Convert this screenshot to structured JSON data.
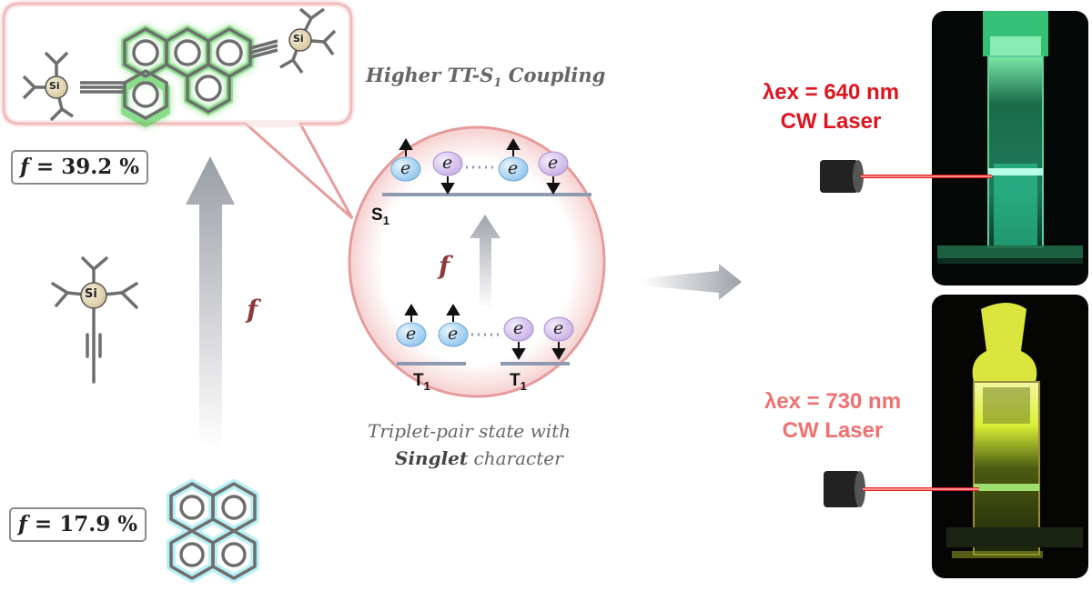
{
  "coupling_label": {
    "text": "Higher TT-S",
    "sub": "1",
    "suffix": " Coupling"
  },
  "f_top": {
    "symbol": "f",
    "value": "= 39.2 %"
  },
  "f_bottom": {
    "symbol": "f",
    "value": "= 17.9 %"
  },
  "f_arrow_label": "f",
  "f_inner_label": "f",
  "si_label": "Si",
  "electron_label": "e",
  "s1_state": {
    "text": "S",
    "sub": "1"
  },
  "t1_left": {
    "text": "T",
    "sub": "1"
  },
  "t1_right": {
    "text": "T",
    "sub": "1"
  },
  "caption": {
    "line1": "Triplet-pair state with",
    "line2_bold": "Singlet",
    "line2_rest": " character"
  },
  "laser_top": {
    "line1": "λex = 640 nm",
    "line2": "CW Laser",
    "color": "#e0141e"
  },
  "laser_bottom": {
    "line1": "λex = 730 nm",
    "line2": "CW Laser",
    "color": "#f07070"
  },
  "colors": {
    "green_glow": "#33dd33",
    "cyan_glow": "#66e8ee",
    "balloon_edge": "#e99a9a",
    "electron_blue": "#a8d4f4",
    "electron_purple": "#d8c2ee",
    "level": "#8e9ab0"
  }
}
